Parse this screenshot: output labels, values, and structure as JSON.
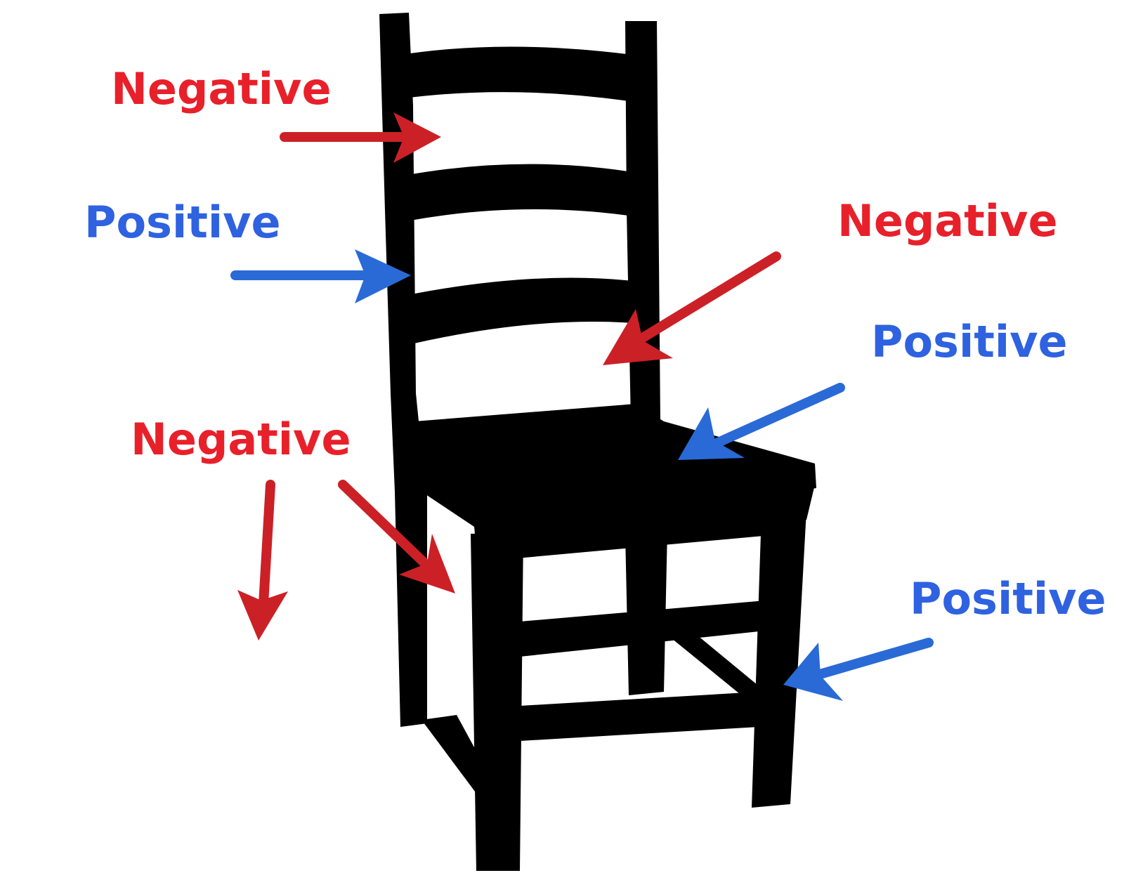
{
  "colors": {
    "negative": "#e8202a",
    "positive": "#2f62e0",
    "negative_arrow": "#cc2027",
    "positive_arrow": "#2a6ad6",
    "chair": "#000000",
    "background": "#ffffff"
  },
  "labels": {
    "negative_top_left": "Negative",
    "positive_left": "Positive",
    "negative_right": "Negative",
    "positive_right_upper": "Positive",
    "negative_bottom_left": "Negative",
    "positive_right_lower": "Positive"
  }
}
